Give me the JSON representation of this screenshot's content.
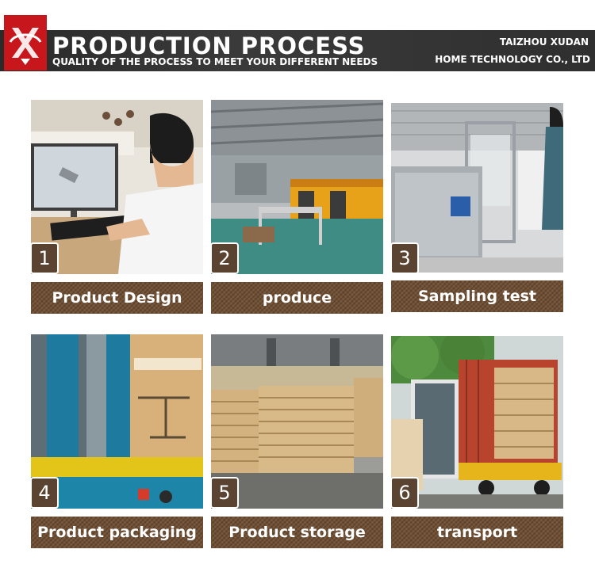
{
  "header": {
    "title": "PRODUCTION PROCESS",
    "subtitle": "QUALITY OF THE PROCESS TO MEET YOUR DIFFERENT NEEDS",
    "company_line1": "TAIZHOU XUDAN",
    "company_line2": "HOME TECHNOLOGY CO., LTD",
    "brand_color": "#c8161d",
    "banner_color": "#2f2f2f"
  },
  "steps": [
    {
      "number": "1",
      "label": "Product Design"
    },
    {
      "number": "2",
      "label": "produce"
    },
    {
      "number": "3",
      "label": "Sampling test"
    },
    {
      "number": "4",
      "label": "Product packaging"
    },
    {
      "number": "5",
      "label": "Product storage"
    },
    {
      "number": "6",
      "label": "transport"
    }
  ],
  "colors": {
    "label_bar": "#6b4a2e",
    "badge": "#5a4330"
  }
}
